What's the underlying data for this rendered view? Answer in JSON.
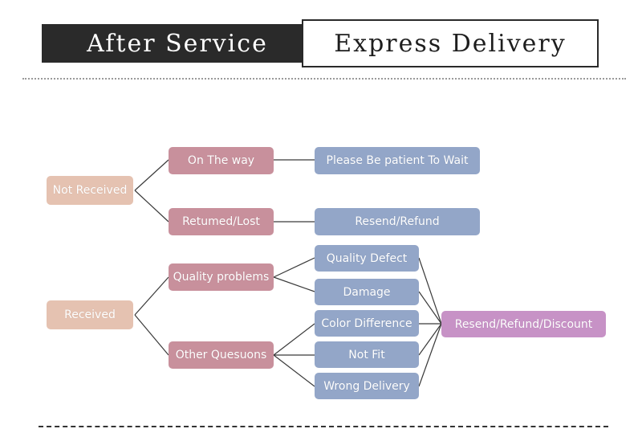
{
  "header": {
    "after_service": "After Service",
    "express_delivery": "Express Delivery"
  },
  "nodes": {
    "not_received": "Not Received",
    "received": "Received",
    "on_the_way": "On The way",
    "returned_lost": "Retumed/Lost",
    "quality_problems": "Quality problems",
    "other_questions": "Other Quesuons",
    "please_wait": "Please Be patient To Wait",
    "resend_refund": "Resend/Refund",
    "quality_defect": "Quality Defect",
    "damage": "Damage",
    "color_difference": "Color Difference",
    "not_fit": "Not Fit",
    "wrong_delivery": "Wrong Delivery",
    "resend_refund_discount": "Resend/Refund/Discount"
  },
  "colors": {
    "root": "#e5c2b1",
    "branch": "#c8909c",
    "outcome": "#93a6c8",
    "final": "#c792c6",
    "connector": "#3a3a3a"
  }
}
